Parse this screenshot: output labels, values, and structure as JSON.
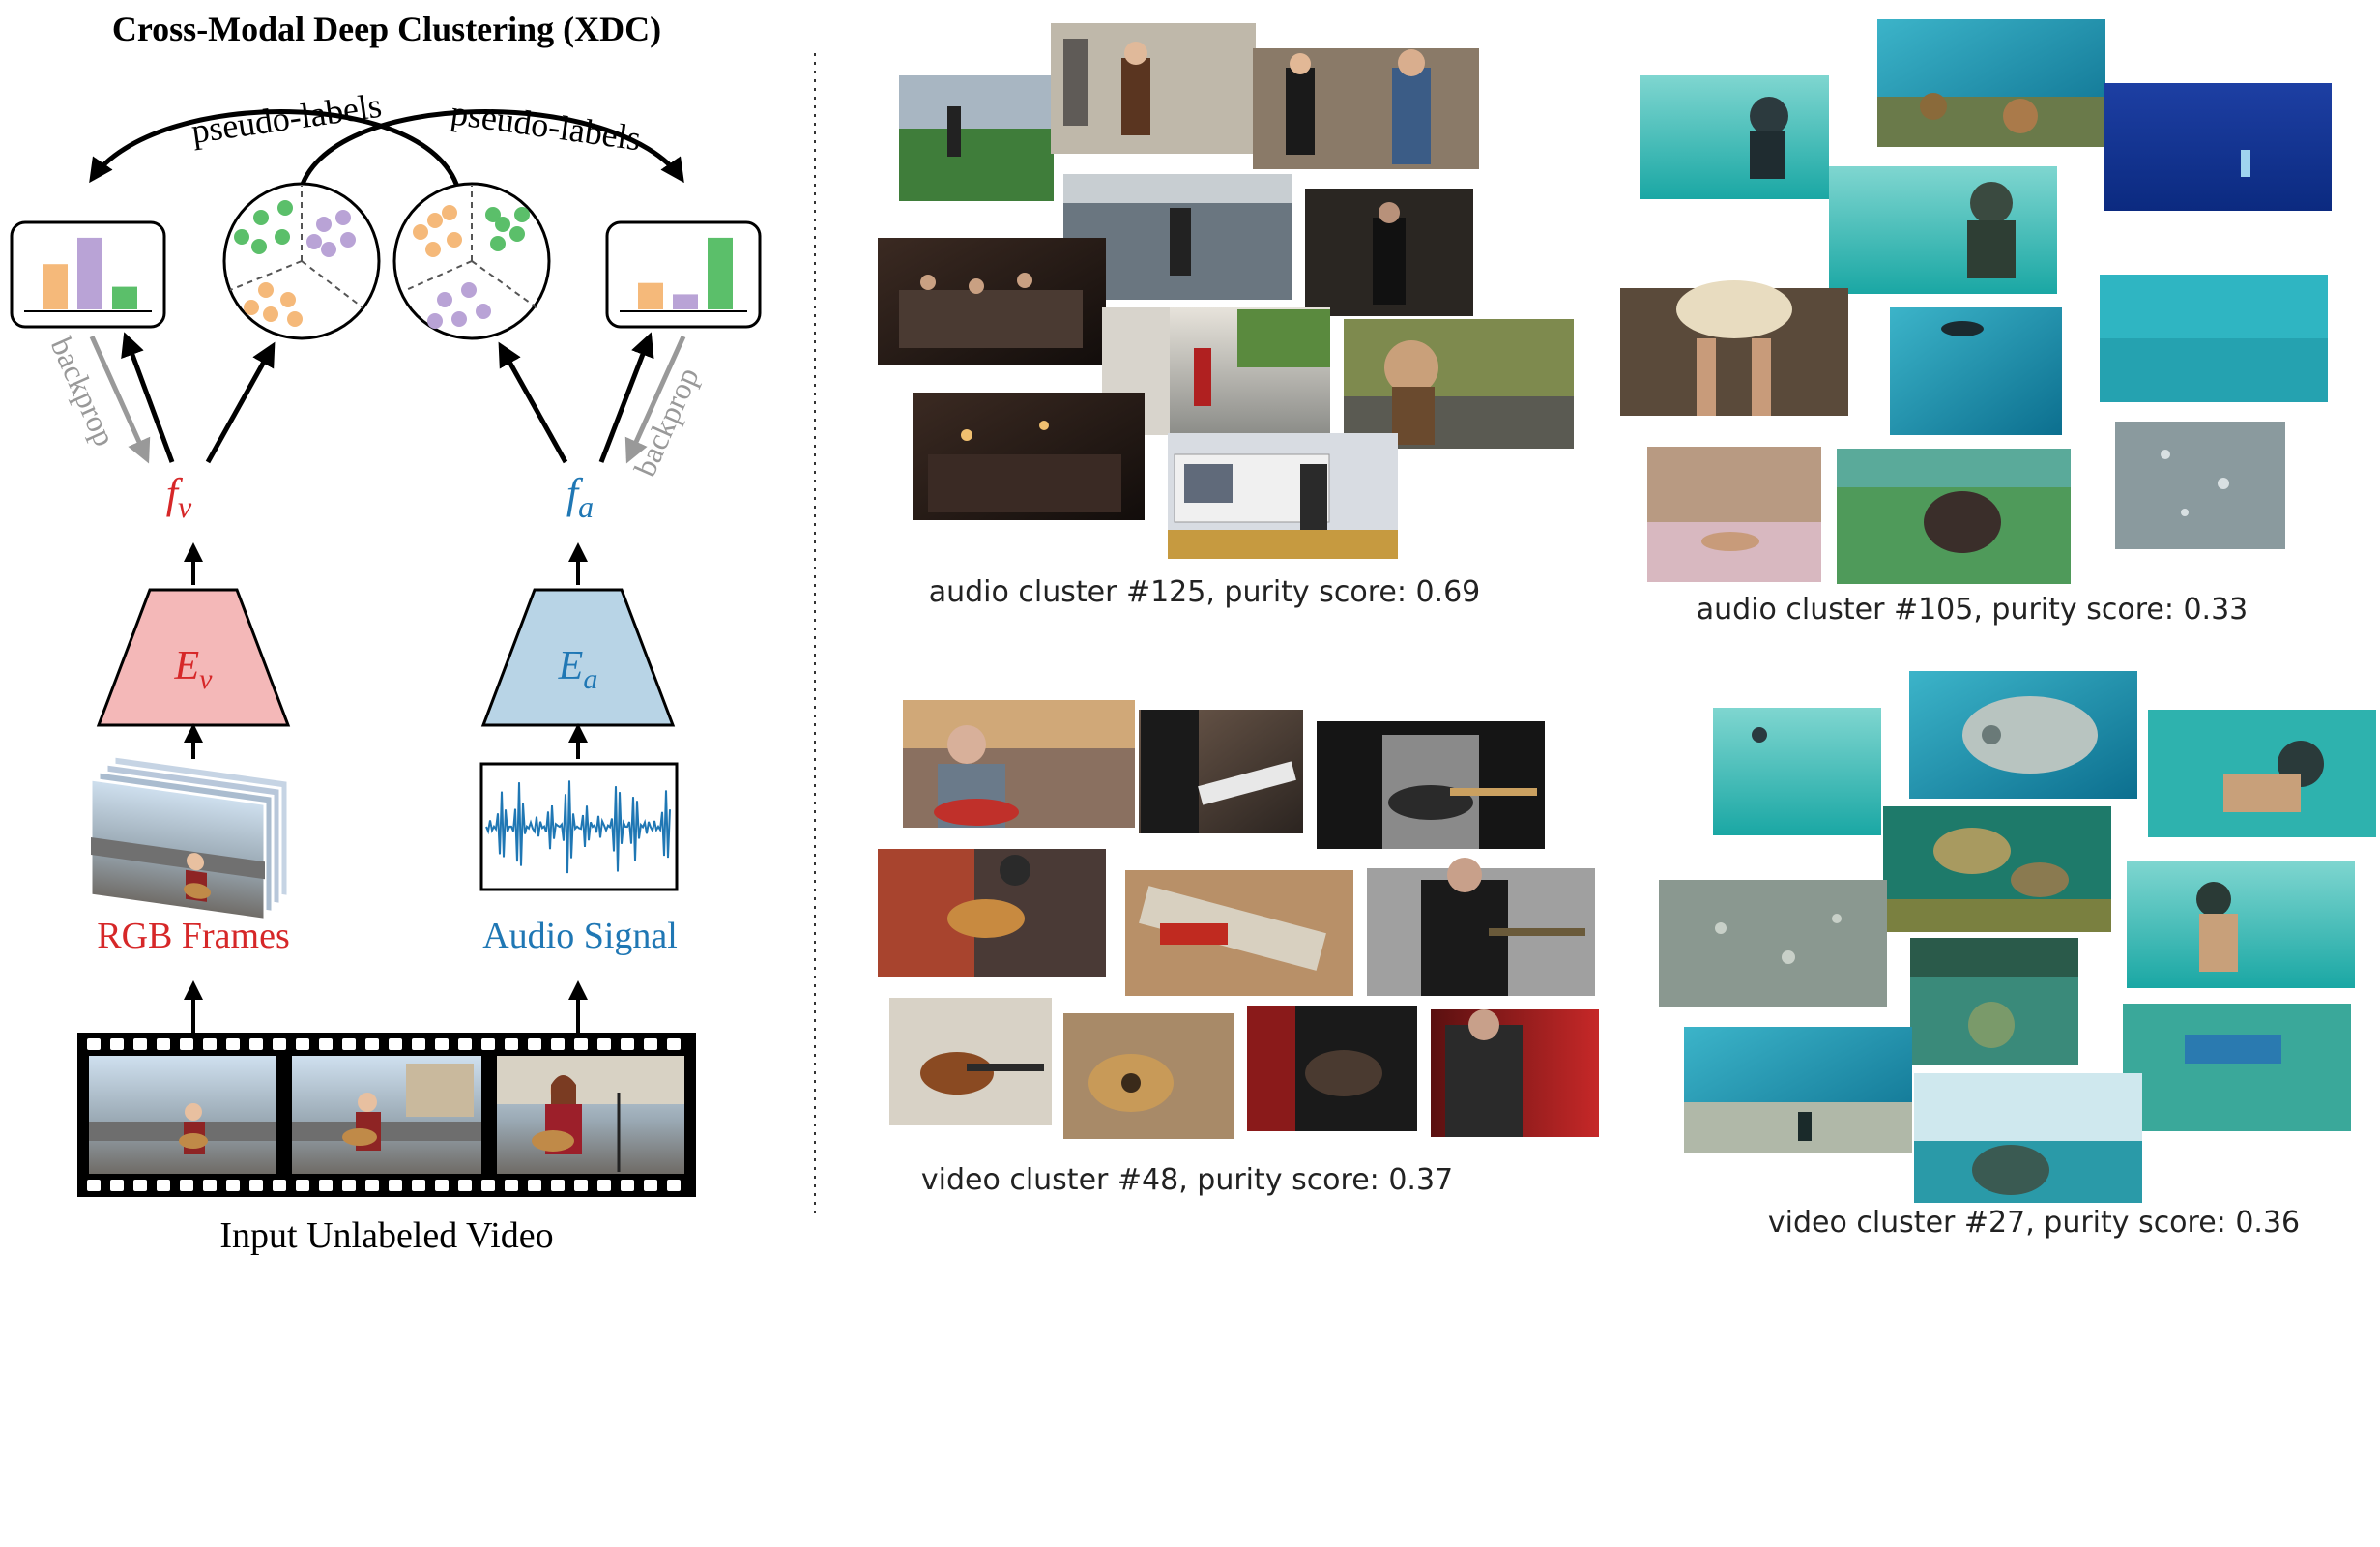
{
  "diagram": {
    "title": "Cross-Modal Deep Clustering (XDC)",
    "pseudo_labels_left": "pseudo-labels",
    "pseudo_labels_right": "pseudo-labels",
    "backprop_left": "backprop",
    "backprop_right": "backprop",
    "feature_video": "f",
    "feature_video_sub": "v",
    "feature_audio": "f",
    "feature_audio_sub": "a",
    "encoder_video": "E",
    "encoder_video_sub": "v",
    "encoder_audio": "E",
    "encoder_audio_sub": "a",
    "rgb_label": "RGB Frames",
    "audio_label": "Audio Signal",
    "input_label": "Input Unlabeled Video"
  },
  "colors": {
    "video_red": "#d62728",
    "audio_blue": "#1f77b4",
    "encoder_video_fill": "#f4b8b8",
    "encoder_audio_fill": "#b8d4e6",
    "orange": "#f5b97a",
    "purple": "#b9a3d6",
    "green": "#5bbf6a",
    "backprop_gray": "#999999"
  },
  "left_histogram": {
    "values": [
      0.6,
      0.95,
      0.3
    ]
  },
  "right_histogram": {
    "values": [
      0.35,
      0.2,
      0.95
    ]
  },
  "clusters": [
    {
      "caption": "audio cluster #125, purity score: 0.69",
      "theme": "bagpipes"
    },
    {
      "caption": "audio cluster #105, purity score: 0.33",
      "theme": "underwater"
    },
    {
      "caption": "video cluster #48, purity score: 0.37",
      "theme": "guitar"
    },
    {
      "caption": "video cluster #27, purity score: 0.36",
      "theme": "underwater"
    }
  ]
}
